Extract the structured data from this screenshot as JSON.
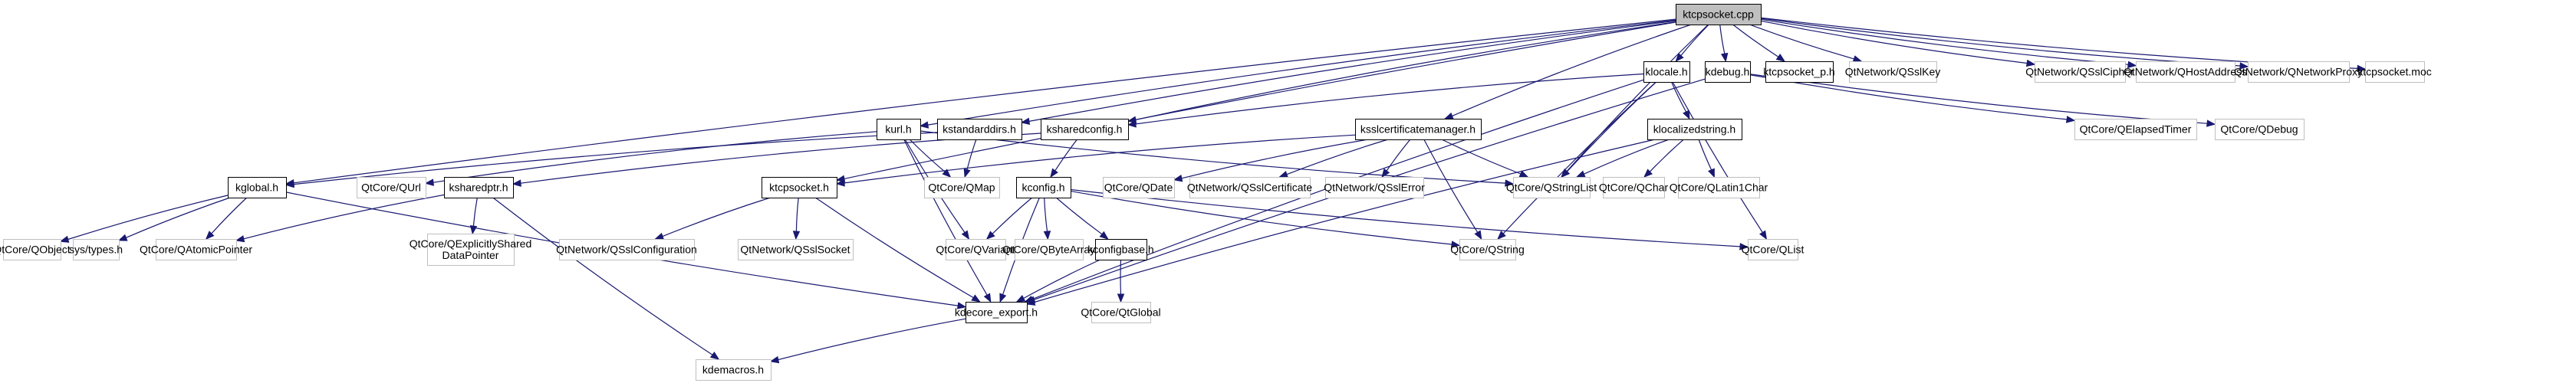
{
  "diagram": {
    "title": "ktcpsocket.cpp include dependency graph",
    "colors": {
      "edge": "#191970",
      "root_fill": "#bfbfbf",
      "local_border": "#000000",
      "external_border": "#bfbfbf"
    },
    "nodes": [
      {
        "id": "ktcpsocket_cpp",
        "label": "ktcpsocket.cpp",
        "kind": "root"
      },
      {
        "id": "kglobal_h",
        "label": "kglobal.h",
        "kind": "local"
      },
      {
        "id": "kurl_h",
        "label": "kurl.h",
        "kind": "local"
      },
      {
        "id": "kstandarddirs_h",
        "label": "kstandarddirs.h",
        "kind": "local"
      },
      {
        "id": "ksharedconfig_h",
        "label": "ksharedconfig.h",
        "kind": "local"
      },
      {
        "id": "ktcpsocket_h",
        "label": "ktcpsocket.h",
        "kind": "local"
      },
      {
        "id": "ksslcertificatemanager_h",
        "label": "ksslcertificatemanager.h",
        "kind": "local"
      },
      {
        "id": "klocale_h",
        "label": "klocale.h",
        "kind": "local"
      },
      {
        "id": "kdebug_h",
        "label": "kdebug.h",
        "kind": "local"
      },
      {
        "id": "ktcpsocket_p_h",
        "label": "ktcpsocket_p.h",
        "kind": "local"
      },
      {
        "id": "qsslkey",
        "label": "QtNetwork/QSslKey",
        "kind": "external"
      },
      {
        "id": "qsslcipher",
        "label": "QtNetwork/QSslCipher",
        "kind": "external"
      },
      {
        "id": "qhostaddress",
        "label": "QtNetwork/QHostAddress",
        "kind": "external"
      },
      {
        "id": "qnetworkproxy",
        "label": "QtNetwork/QNetworkProxy",
        "kind": "external"
      },
      {
        "id": "ktcpsocket_moc",
        "label": "ktcpsocket.moc",
        "kind": "external"
      },
      {
        "id": "qurl",
        "label": "QtCore/QUrl",
        "kind": "external"
      },
      {
        "id": "ksharedptr_h",
        "label": "ksharedptr.h",
        "kind": "local"
      },
      {
        "id": "qmap",
        "label": "QtCore/QMap",
        "kind": "external"
      },
      {
        "id": "kconfig_h",
        "label": "kconfig.h",
        "kind": "local"
      },
      {
        "id": "qdate",
        "label": "QtCore/QDate",
        "kind": "external"
      },
      {
        "id": "qsslcertificate",
        "label": "QtNetwork/QSslCertificate",
        "kind": "external"
      },
      {
        "id": "qsslerror",
        "label": "QtNetwork/QSslError",
        "kind": "external"
      },
      {
        "id": "qstringlist",
        "label": "QtCore/QStringList",
        "kind": "external"
      },
      {
        "id": "klocalizedstring_h",
        "label": "klocalizedstring.h",
        "kind": "local"
      },
      {
        "id": "qchar",
        "label": "QtCore/QChar",
        "kind": "external"
      },
      {
        "id": "qlatin1char",
        "label": "QtCore/QLatin1Char",
        "kind": "external"
      },
      {
        "id": "qelapsedtimer",
        "label": "QtCore/QElapsedTimer",
        "kind": "external"
      },
      {
        "id": "qdebug",
        "label": "QtCore/QDebug",
        "kind": "external"
      },
      {
        "id": "qobject",
        "label": "QtCore/QObject",
        "kind": "external"
      },
      {
        "id": "sys_types_h",
        "label": "sys/types.h",
        "kind": "external"
      },
      {
        "id": "qatomicpointer",
        "label": "QtCore/QAtomicPointer",
        "kind": "external"
      },
      {
        "id": "qexplicitlyshareddatapointer",
        "label": "QtCore/QExplicitlyShared\nDataPointer",
        "kind": "external"
      },
      {
        "id": "qsslconfiguration",
        "label": "QtNetwork/QSslConfiguration",
        "kind": "external"
      },
      {
        "id": "qsslsocket",
        "label": "QtNetwork/QSslSocket",
        "kind": "external"
      },
      {
        "id": "qvariant",
        "label": "QtCore/QVariant",
        "kind": "external"
      },
      {
        "id": "qbytearray",
        "label": "QtCore/QByteArray",
        "kind": "external"
      },
      {
        "id": "kconfigbase_h",
        "label": "kconfigbase.h",
        "kind": "local"
      },
      {
        "id": "qstring",
        "label": "QtCore/QString",
        "kind": "external"
      },
      {
        "id": "qlist",
        "label": "QtCore/QList",
        "kind": "external"
      },
      {
        "id": "kdecore_export_h",
        "label": "kdecore_export.h",
        "kind": "local"
      },
      {
        "id": "qtglobal",
        "label": "QtCore/QtGlobal",
        "kind": "external"
      },
      {
        "id": "kdemacros_h",
        "label": "kdemacros.h",
        "kind": "external"
      }
    ],
    "edges": [
      [
        "ktcpsocket_cpp",
        "kglobal_h"
      ],
      [
        "ktcpsocket_cpp",
        "kurl_h"
      ],
      [
        "ktcpsocket_cpp",
        "kstandarddirs_h"
      ],
      [
        "ktcpsocket_cpp",
        "ksharedconfig_h"
      ],
      [
        "ktcpsocket_cpp",
        "ktcpsocket_h"
      ],
      [
        "ktcpsocket_cpp",
        "ksslcertificatemanager_h"
      ],
      [
        "ktcpsocket_cpp",
        "klocale_h"
      ],
      [
        "ktcpsocket_cpp",
        "kdebug_h"
      ],
      [
        "ktcpsocket_cpp",
        "ktcpsocket_p_h"
      ],
      [
        "ktcpsocket_cpp",
        "qsslkey"
      ],
      [
        "ktcpsocket_cpp",
        "qsslcipher"
      ],
      [
        "ktcpsocket_cpp",
        "qhostaddress"
      ],
      [
        "ktcpsocket_cpp",
        "qnetworkproxy"
      ],
      [
        "ktcpsocket_cpp",
        "ktcpsocket_moc"
      ],
      [
        "ktcpsocket_cpp",
        "qstringlist"
      ],
      [
        "kglobal_h",
        "qobject"
      ],
      [
        "kglobal_h",
        "sys_types_h"
      ],
      [
        "kglobal_h",
        "qatomicpointer"
      ],
      [
        "kglobal_h",
        "kdecore_export_h"
      ],
      [
        "kurl_h",
        "qurl"
      ],
      [
        "kurl_h",
        "qmap"
      ],
      [
        "kurl_h",
        "qvariant"
      ],
      [
        "kurl_h",
        "kdecore_export_h"
      ],
      [
        "kurl_h",
        "qstringlist"
      ],
      [
        "kstandarddirs_h",
        "qmap"
      ],
      [
        "kstandarddirs_h",
        "kglobal_h"
      ],
      [
        "ksharedconfig_h",
        "ksharedptr_h"
      ],
      [
        "ksharedconfig_h",
        "kconfig_h"
      ],
      [
        "ksharedptr_h",
        "qatomicpointer"
      ],
      [
        "ksharedptr_h",
        "qexplicitlyshareddatapointer"
      ],
      [
        "ksharedptr_h",
        "kdemacros_h"
      ],
      [
        "ktcpsocket_h",
        "qsslconfiguration"
      ],
      [
        "ktcpsocket_h",
        "qsslsocket"
      ],
      [
        "ktcpsocket_h",
        "kdecore_export_h"
      ],
      [
        "ksslcertificatemanager_h",
        "ktcpsocket_h"
      ],
      [
        "ksslcertificatemanager_h",
        "qdate"
      ],
      [
        "ksslcertificatemanager_h",
        "qsslcertificate"
      ],
      [
        "ksslcertificatemanager_h",
        "qsslerror"
      ],
      [
        "ksslcertificatemanager_h",
        "qstringlist"
      ],
      [
        "ksslcertificatemanager_h",
        "qstring"
      ],
      [
        "kconfig_h",
        "qvariant"
      ],
      [
        "kconfig_h",
        "qbytearray"
      ],
      [
        "kconfig_h",
        "kconfigbase_h"
      ],
      [
        "kconfig_h",
        "qstring"
      ],
      [
        "kconfig_h",
        "qlist"
      ],
      [
        "kconfig_h",
        "kdecore_export_h"
      ],
      [
        "kconfigbase_h",
        "kdecore_export_h"
      ],
      [
        "kconfigbase_h",
        "qtglobal"
      ],
      [
        "klocale_h",
        "ksharedconfig_h"
      ],
      [
        "klocale_h",
        "klocalizedstring_h"
      ],
      [
        "klocale_h",
        "qstring"
      ],
      [
        "klocale_h",
        "qlist"
      ],
      [
        "klocale_h",
        "kdecore_export_h"
      ],
      [
        "klocale_h",
        "qstringlist"
      ],
      [
        "klocalizedstring_h",
        "qstringlist"
      ],
      [
        "klocalizedstring_h",
        "qchar"
      ],
      [
        "klocalizedstring_h",
        "qlatin1char"
      ],
      [
        "klocalizedstring_h",
        "kdecore_export_h"
      ],
      [
        "kdebug_h",
        "qelapsedtimer"
      ],
      [
        "kdebug_h",
        "qdebug"
      ],
      [
        "kdebug_h",
        "kdecore_export_h"
      ],
      [
        "kdecore_export_h",
        "kdemacros_h"
      ]
    ]
  }
}
